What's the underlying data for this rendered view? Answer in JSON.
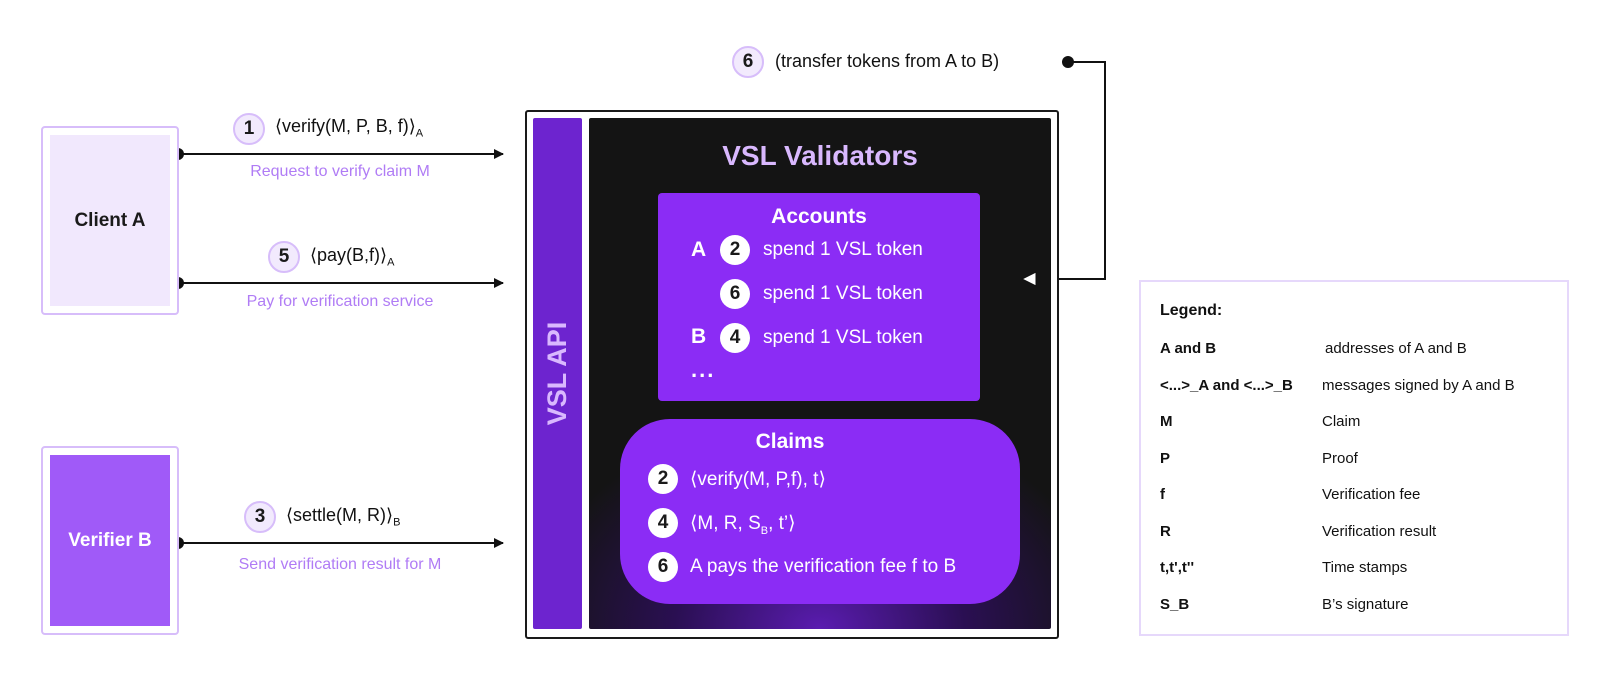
{
  "client": {
    "label": "Client A"
  },
  "verifier": {
    "label": "Verifier B"
  },
  "step1": {
    "num": "1",
    "msg_main": "⟨verify(M, P, B, f)⟩",
    "msg_sub": "A",
    "caption": "Request to verify claim M"
  },
  "step5": {
    "num": "5",
    "msg_main": "⟨pay(B,f)⟩",
    "msg_sub": "A",
    "caption": "Pay for verification service"
  },
  "step3": {
    "num": "3",
    "msg_main": "⟨settle(M, R)⟩",
    "msg_sub": "B",
    "caption": "Send verification result for M"
  },
  "step6_top": {
    "num": "6",
    "text": "(transfer tokens from A to B)"
  },
  "vsl": {
    "api_label": "VSL API",
    "validators_title": "VSL Validators",
    "accounts": {
      "title": "Accounts",
      "rows": [
        {
          "letter": "A",
          "num": "2",
          "text": "spend 1 VSL token"
        },
        {
          "letter": "",
          "num": "6",
          "text": "spend 1 VSL token"
        },
        {
          "letter": "B",
          "num": "4",
          "text": "spend 1 VSL token"
        }
      ],
      "ellipsis": "..."
    },
    "claims": {
      "title": "Claims",
      "rows": [
        {
          "num": "2",
          "text": "⟨verify(M, P,f), t⟩"
        },
        {
          "num": "4",
          "text_a": "⟨M, R, S",
          "text_sub": "B",
          "text_b": ", t’⟩"
        },
        {
          "num": "6",
          "text": "A pays the verification fee f to B"
        }
      ]
    }
  },
  "legend": {
    "title": "Legend:",
    "items": [
      {
        "key": "A and B",
        "value": "addresses of A and B"
      },
      {
        "key": "<...>_A and <...>_B",
        "value": "messages signed by A and B"
      },
      {
        "key": "M",
        "value": "Claim"
      },
      {
        "key": "P",
        "value": "Proof"
      },
      {
        "key": "f",
        "value": "Verification fee"
      },
      {
        "key": "R",
        "value": "Verification result"
      },
      {
        "key": "t,t',t''",
        "value": "Time stamps"
      },
      {
        "key": "S_B",
        "value": "B’s signature"
      }
    ]
  },
  "colors": {
    "purple_primary": "#8b2cf5",
    "purple_dark": "#6d24cf",
    "purple_light": "#f1e8fd",
    "caption_purple": "#b07cf5",
    "validators_bg": "#141414"
  }
}
